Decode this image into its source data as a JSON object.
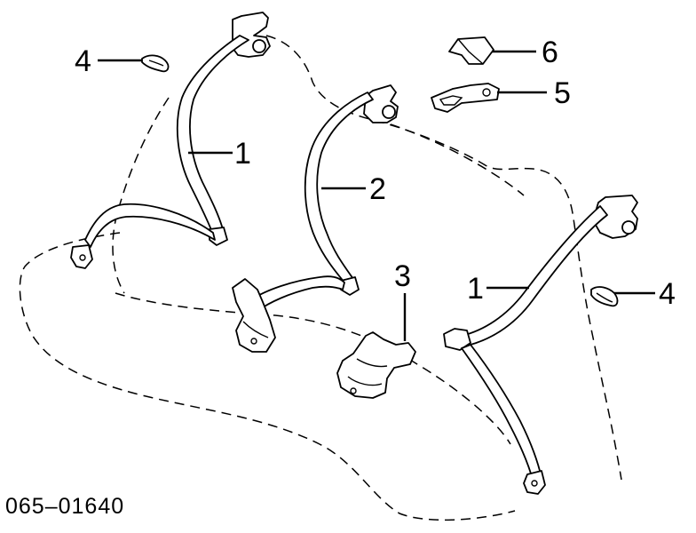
{
  "diagram": {
    "part_code": "065–01640",
    "callouts": [
      {
        "id": "callout-4-left",
        "label": "4"
      },
      {
        "id": "callout-1-left",
        "label": "1"
      },
      {
        "id": "callout-2",
        "label": "2"
      },
      {
        "id": "callout-6",
        "label": "6"
      },
      {
        "id": "callout-5",
        "label": "5"
      },
      {
        "id": "callout-3",
        "label": "3"
      },
      {
        "id": "callout-1-right",
        "label": "1"
      },
      {
        "id": "callout-4-right",
        "label": "4"
      }
    ]
  }
}
